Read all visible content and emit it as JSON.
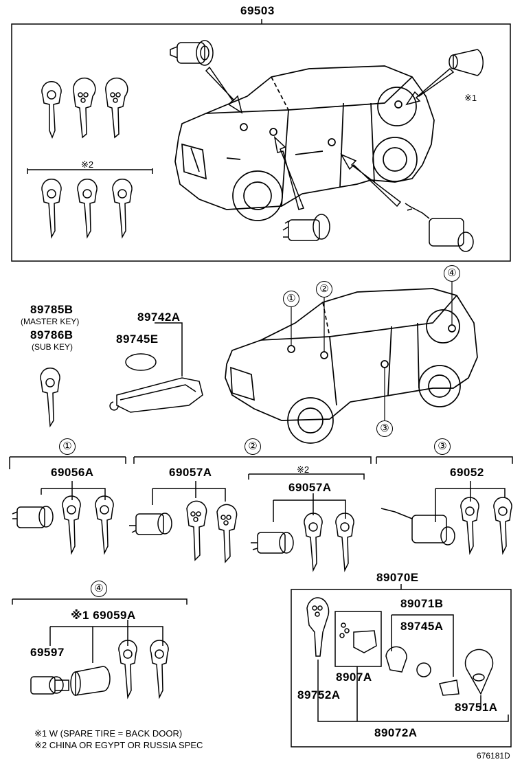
{
  "top": {
    "assembly": "69503",
    "note_mark": "※1",
    "group_note": "※2"
  },
  "keys_section": {
    "master_part": "89785B",
    "master_label": "(MASTER KEY)",
    "sub_part": "89786B",
    "sub_label": "(SUB KEY)",
    "remote_part": "89742A",
    "battery_part": "89745E"
  },
  "markers": {
    "m1": "①",
    "m2": "②",
    "m3": "③",
    "m4": "④"
  },
  "group1": {
    "marker": "①",
    "part": "69056A"
  },
  "group2": {
    "marker": "②",
    "part": "69057A"
  },
  "group2b": {
    "note": "※2",
    "part": "69057A"
  },
  "group3": {
    "marker": "③",
    "part": "69052"
  },
  "group4": {
    "marker": "④",
    "note_part": "※1 69059A",
    "part_a": "69597"
  },
  "remote_box": {
    "title": "89070E",
    "p1": "89071B",
    "p2": "89745A",
    "p3": "8907A",
    "p4": "89752A",
    "p5": "89751A",
    "p6": "89072A"
  },
  "footnotes": [
    "※1 W (SPARE TIRE =  BACK DOOR)",
    "※2 CHINA OR EGYPT OR RUSSIA SPEC"
  ],
  "diagram_id": "676181D"
}
